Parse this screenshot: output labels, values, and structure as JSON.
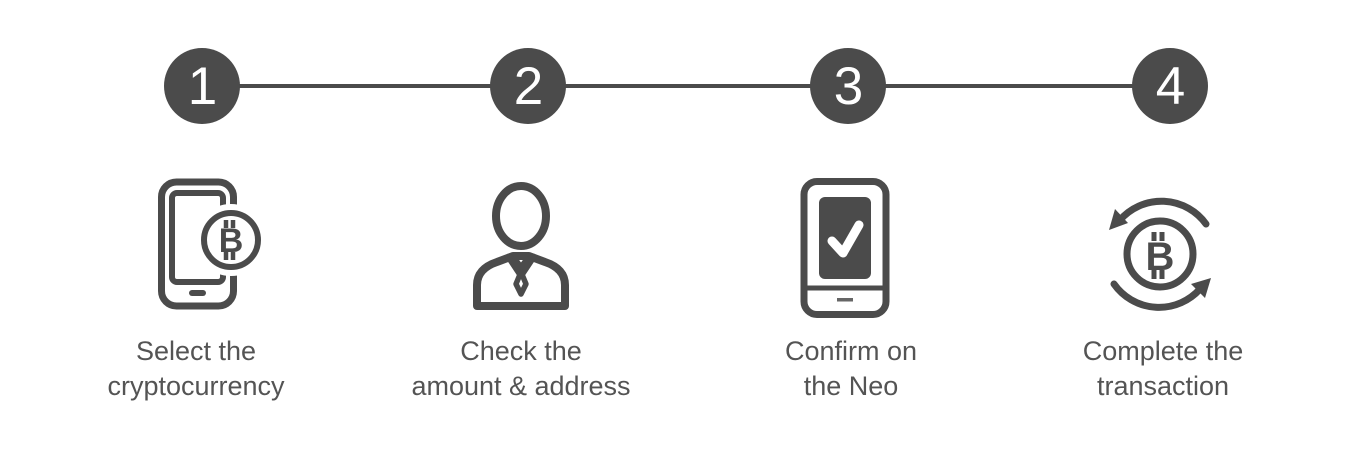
{
  "diagram": {
    "type": "process-steps",
    "step_count": 4,
    "steps": [
      {
        "number": "1",
        "icon": "phone-bitcoin-icon",
        "label_line1": "Select the",
        "label_line2": "cryptocurrency"
      },
      {
        "number": "2",
        "icon": "person-icon",
        "label_line1": "Check the",
        "label_line2": "amount & address"
      },
      {
        "number": "3",
        "icon": "device-check-icon",
        "label_line1": "Confirm on",
        "label_line2": "the Neo"
      },
      {
        "number": "4",
        "icon": "bitcoin-cycle-icon",
        "label_line1": "Complete the",
        "label_line2": "transaction"
      }
    ],
    "bitcoin_symbol": "B",
    "colors": {
      "step_circle_fill": "#4b4b4b",
      "step_number": "#ffffff",
      "connector_line": "#4b4b4b",
      "icon_stroke": "#4b4b4b",
      "label_text": "#545454",
      "checkmark": "#ffffff",
      "background": "#ffffff"
    }
  }
}
